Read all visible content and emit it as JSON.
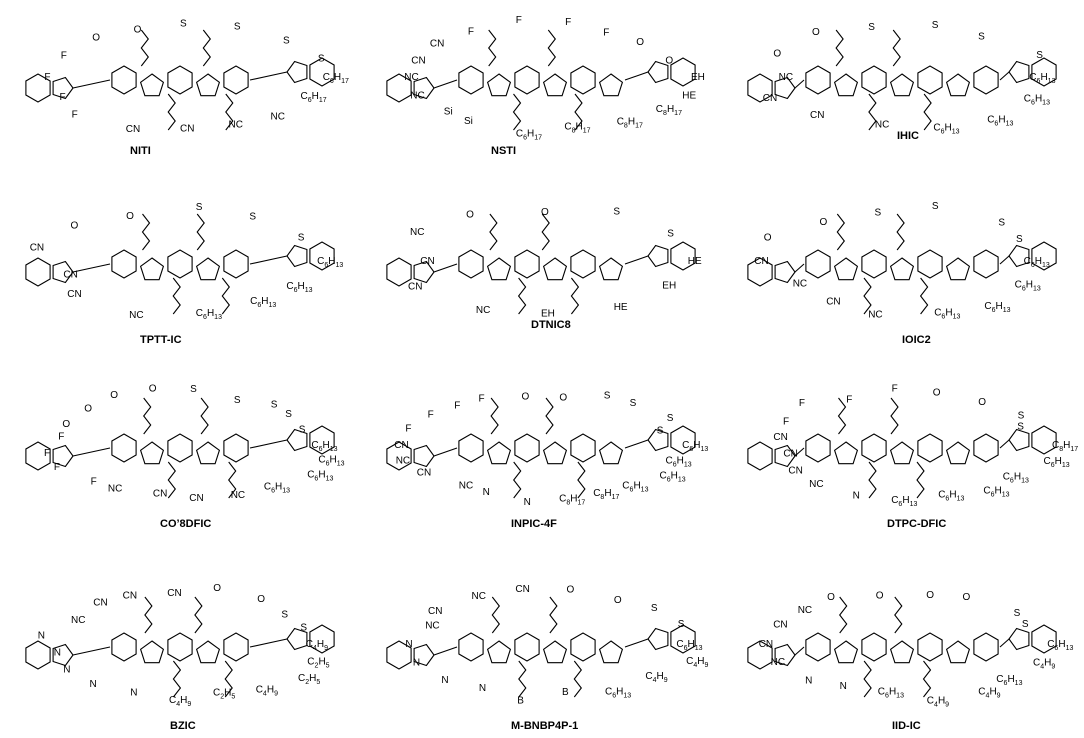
{
  "figure": {
    "molecules": [
      {
        "name": "NITI",
        "labels": [
          "C6H17",
          "C6H17",
          "NC",
          "NC",
          "CN",
          "CN",
          "F",
          "F",
          "F",
          "F",
          "O",
          "O",
          "S",
          "S",
          "S",
          "S"
        ]
      },
      {
        "name": "NSTI",
        "labels": [
          "EH",
          "HE",
          "C8H17",
          "C8H17",
          "C8H17",
          "C6H17",
          "Si",
          "Si",
          "NC",
          "NC",
          "CN",
          "CN",
          "F",
          "F",
          "F",
          "F",
          "O",
          "O"
        ]
      },
      {
        "name": "IHIC",
        "labels": [
          "C6H13",
          "C6H13",
          "C6H13",
          "C6H13",
          "NC",
          "CN",
          "CN",
          "NC",
          "O",
          "O",
          "S",
          "S",
          "S",
          "S"
        ]
      },
      {
        "name": "TPTT-IC",
        "labels": [
          "C6H13",
          "C6H13",
          "C6H13",
          "C6H13",
          "NC",
          "CN",
          "CN",
          "CN",
          "O",
          "O",
          "S",
          "S",
          "S"
        ]
      },
      {
        "name": "DTNIC8",
        "labels": [
          "HE",
          "EH",
          "HE",
          "EH",
          "NC",
          "CN",
          "CN",
          "NC",
          "O",
          "O",
          "S",
          "S"
        ]
      },
      {
        "name": "IOIC2",
        "labels": [
          "C6H13",
          "C6H13",
          "C6H13",
          "C6H13",
          "NC",
          "CN",
          "NC",
          "CN",
          "O",
          "O",
          "S",
          "S",
          "S",
          "S"
        ]
      },
      {
        "name": "CO’8DFIC",
        "labels": [
          "C6H13",
          "C6H13",
          "C6H13",
          "C6H13",
          "NC",
          "CN",
          "CN",
          "NC",
          "F",
          "F",
          "F",
          "F",
          "O",
          "O",
          "O",
          "O",
          "S",
          "S",
          "S",
          "S",
          "S"
        ]
      },
      {
        "name": "INPIC-4F",
        "labels": [
          "C6H13",
          "C6H13",
          "C6H13",
          "C6H13",
          "C8H17",
          "C8H17",
          "N",
          "N",
          "NC",
          "CN",
          "NC",
          "CN",
          "F",
          "F",
          "F",
          "F",
          "O",
          "O",
          "S",
          "S",
          "S",
          "S"
        ]
      },
      {
        "name": "DTPC-DFIC",
        "labels": [
          "C8H17",
          "C6H13",
          "C6H13",
          "C6H13",
          "C6H13",
          "C6H13",
          "N",
          "NC",
          "CN",
          "CN",
          "CN",
          "F",
          "F",
          "F",
          "F",
          "O",
          "O",
          "S",
          "S"
        ]
      },
      {
        "name": "BZIC",
        "labels": [
          "C4H9",
          "C2H5",
          "C2H5",
          "C4H9",
          "C2H5",
          "C4H9",
          "N",
          "N",
          "N",
          "N",
          "N",
          "NC",
          "CN",
          "CN",
          "CN",
          "O",
          "O",
          "S",
          "S"
        ]
      },
      {
        "name": "M-BNBP4P-1",
        "labels": [
          "C6H13",
          "C4H9",
          "C4H9",
          "C6H13",
          "B",
          "B",
          "N",
          "N",
          "N",
          "N",
          "NC",
          "CN",
          "NC",
          "CN",
          "O",
          "O",
          "S",
          "S"
        ]
      },
      {
        "name": "IID-IC",
        "labels": [
          "C6H13",
          "C4H9",
          "C6H13",
          "C4H9",
          "C4H9",
          "C6H13",
          "N",
          "N",
          "NC",
          "CN",
          "CN",
          "NC",
          "O",
          "O",
          "O",
          "O",
          "S",
          "S"
        ]
      }
    ]
  }
}
